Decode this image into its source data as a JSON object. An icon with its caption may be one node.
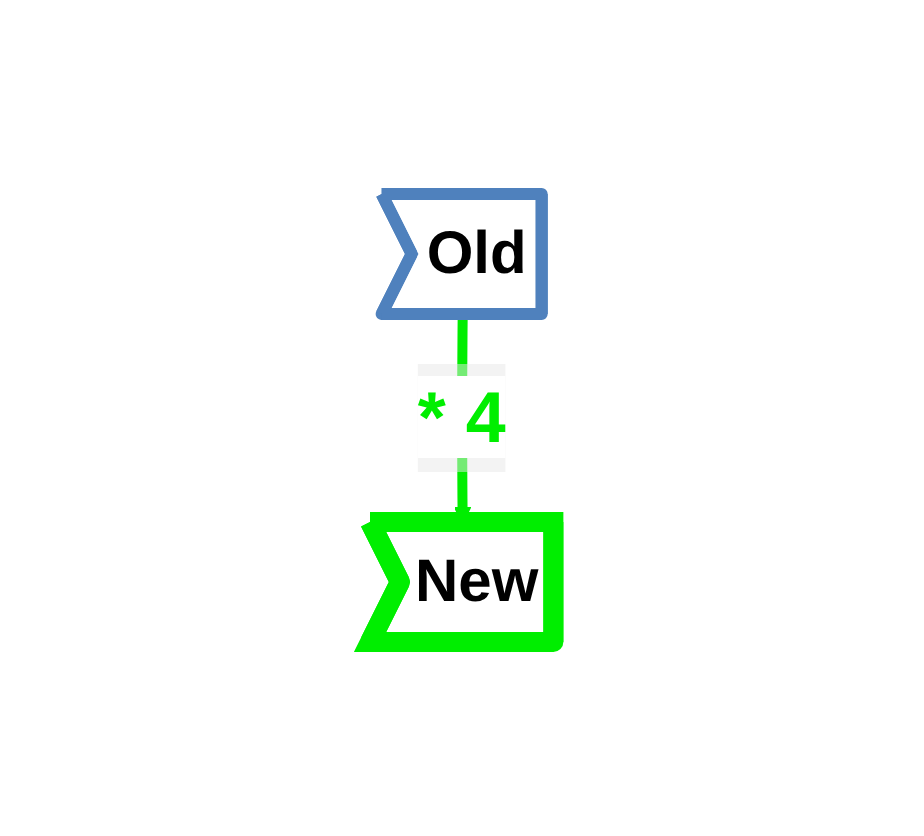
{
  "diagram": {
    "nodes": [
      {
        "text": [
          "Old"
        ]
      },
      {
        "text": [
          "New"
        ]
      }
    ],
    "edges": [
      {
        "from": 0,
        "to": 1,
        "arrow": "to",
        "label": "* 4",
        "color": "#00ee00"
      }
    ]
  }
}
